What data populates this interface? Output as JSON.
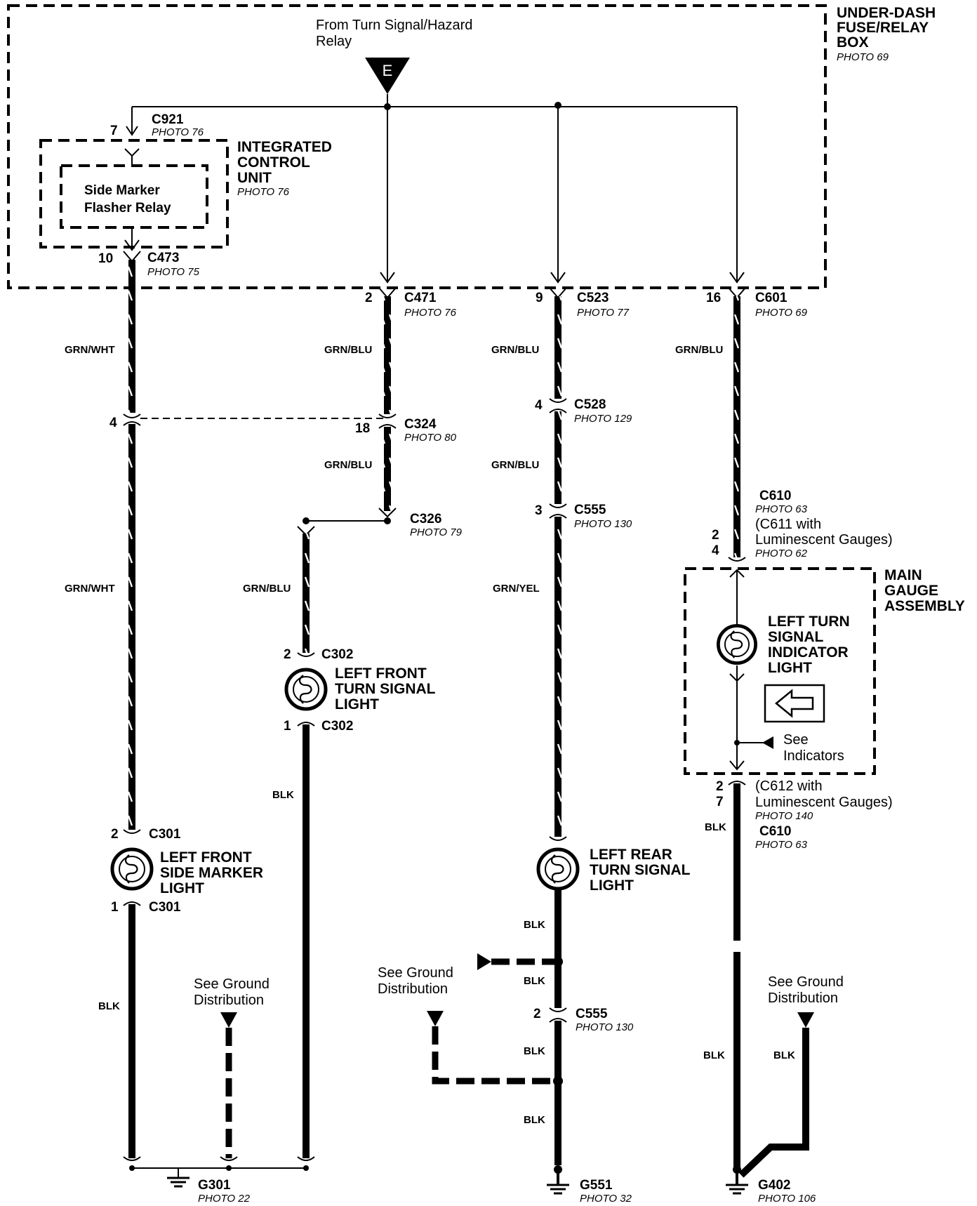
{
  "under_dash": {
    "name_l1": "UNDER-DASH",
    "name_l2": "FUSE/RELAY",
    "name_l3": "BOX",
    "photo": "PHOTO 69"
  },
  "source": {
    "l1": "From Turn Signal/Hazard",
    "l2": "Relay",
    "letter": "E"
  },
  "icu": {
    "name_l1": "INTEGRATED",
    "name_l2": "CONTROL",
    "name_l3": "UNIT",
    "photo": "PHOTO 76"
  },
  "relay": {
    "l1": "Side Marker",
    "l2": "Flasher Relay"
  },
  "connectors": {
    "c921": {
      "pin": "7",
      "id": "C921",
      "photo": "PHOTO 76"
    },
    "c473": {
      "pin": "10",
      "id": "C473",
      "photo": "PHOTO 75"
    },
    "c471": {
      "pin": "2",
      "id": "C471",
      "photo": "PHOTO 76"
    },
    "c523": {
      "pin": "9",
      "id": "C523",
      "photo": "PHOTO 77"
    },
    "c601": {
      "pin": "16",
      "id": "C601",
      "photo": "PHOTO 69"
    },
    "c324": {
      "pin_a": "4",
      "pin_b": "18",
      "id": "C324",
      "photo": "PHOTO 80"
    },
    "c528": {
      "pin": "4",
      "id": "C528",
      "photo": "PHOTO 129"
    },
    "c326": {
      "id": "C326",
      "photo": "PHOTO 79"
    },
    "c555a": {
      "pin": "3",
      "id": "C555",
      "photo": "PHOTO 130"
    },
    "c555b": {
      "pin": "2",
      "id": "C555",
      "photo": "PHOTO 130"
    },
    "c610a": {
      "id": "C610",
      "photo": "PHOTO 63",
      "alt": "(C611 with",
      "alt2": "Luminescent Gauges)",
      "alt_photo": "PHOTO 62",
      "pin_a": "2",
      "pin_b": "4"
    },
    "c610b": {
      "id": "C610",
      "photo": "PHOTO 63",
      "alt": "(C612 with",
      "alt2": "Luminescent Gauges)",
      "alt_photo": "PHOTO 140",
      "pin_a": "2",
      "pin_b": "7"
    },
    "c302a": {
      "pin": "2",
      "id": "C302"
    },
    "c302b": {
      "pin": "1",
      "id": "C302"
    },
    "c301a": {
      "pin": "2",
      "id": "C301"
    },
    "c301b": {
      "pin": "1",
      "id": "C301"
    }
  },
  "wires": {
    "grn_wht": "GRN/WHT",
    "grn_blu": "GRN/BLU",
    "grn_yel": "GRN/YEL",
    "blk": "BLK"
  },
  "lights": {
    "front_turn": {
      "l1": "LEFT FRONT",
      "l2": "TURN SIGNAL",
      "l3": "LIGHT"
    },
    "side_marker": {
      "l1": "LEFT FRONT",
      "l2": "SIDE MARKER",
      "l3": "LIGHT"
    },
    "rear_turn": {
      "l1": "LEFT REAR",
      "l2": "TURN SIGNAL",
      "l3": "LIGHT"
    },
    "indicator": {
      "l1": "LEFT TURN",
      "l2": "SIGNAL",
      "l3": "INDICATOR",
      "l4": "LIGHT"
    }
  },
  "gauge": {
    "l1": "MAIN",
    "l2": "GAUGE",
    "l3": "ASSEMBLY",
    "see_l1": "See",
    "see_l2": "Indicators"
  },
  "ground_ref": {
    "l1": "See Ground",
    "l2": "Distribution"
  },
  "grounds": {
    "g301": {
      "id": "G301",
      "photo": "PHOTO 22"
    },
    "g551": {
      "id": "G551",
      "photo": "PHOTO 32"
    },
    "g402": {
      "id": "G402",
      "photo": "PHOTO 106"
    }
  }
}
